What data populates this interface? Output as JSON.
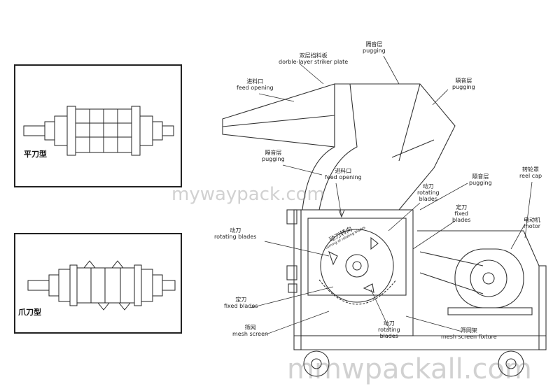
{
  "insets": {
    "flat": {
      "caption": "平刀型"
    },
    "claw": {
      "caption": "爪刀型"
    }
  },
  "labels": {
    "striker_plate": {
      "zh": "双层挡料板",
      "en": "dorble-layer striker plate"
    },
    "pugging_top": {
      "zh": "隔音层",
      "en": "pugging"
    },
    "feed_opening_1": {
      "zh": "进料口",
      "en": "feed opening"
    },
    "pugging_right": {
      "zh": "隔音层",
      "en": "pugging"
    },
    "pugging_mid": {
      "zh": "隔音层",
      "en": "pugging"
    },
    "feed_opening_2": {
      "zh": "进料口",
      "en": "feed opening"
    },
    "rotating_blades_top": {
      "zh": "动刀",
      "en1": "rotating",
      "en2": "blades"
    },
    "pugging_right2": {
      "zh": "隔音层",
      "en": "pugging"
    },
    "reel_cap": {
      "zh": "转轮罩",
      "en": "reel cap"
    },
    "fixed_blades_top": {
      "zh": "定刀",
      "en1": "fixed",
      "en2": "blades"
    },
    "motor": {
      "zh": "电动机",
      "en": "motor"
    },
    "rotating_blades_left": {
      "zh": "动刀",
      "en": "rotating blades"
    },
    "fixed_blades_left": {
      "zh": "定刀",
      "en": "fixed blades"
    },
    "mesh_screen": {
      "zh": "筛网",
      "en": "mesh screen"
    },
    "rotating_blades_bottom": {
      "zh": "动刀",
      "en1": "rotating",
      "en2": "blades"
    },
    "mesh_screen_fixture": {
      "zh": "筛网架",
      "en": "mesh screen fixture"
    },
    "rotation_direction": {
      "zh": "动刀转向",
      "en": "turning of rotating blades"
    }
  },
  "watermarks": {
    "center": "mywaypack.com",
    "bottom": "mmwpackall.com"
  }
}
